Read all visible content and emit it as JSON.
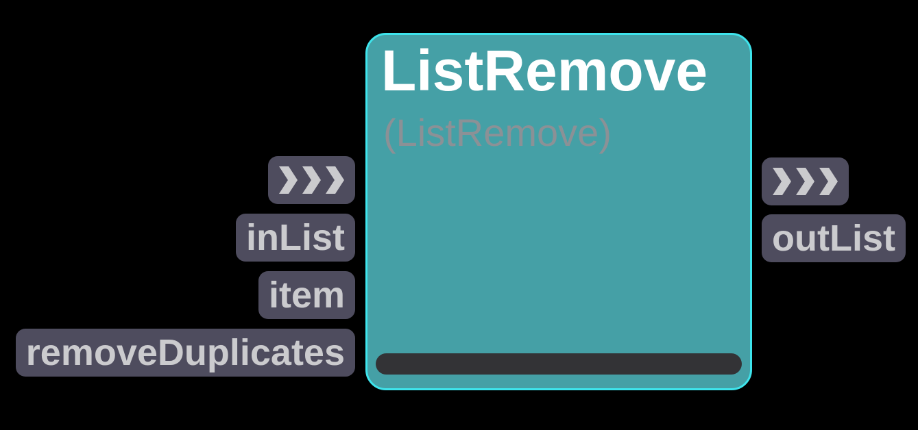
{
  "node": {
    "title": "ListRemove",
    "subtitle": "(ListRemove)"
  },
  "ports": {
    "inputs": [
      {
        "label": ">>>",
        "kind": "flow"
      },
      {
        "label": "inList",
        "kind": "data"
      },
      {
        "label": "item",
        "kind": "data"
      },
      {
        "label": "removeDuplicates",
        "kind": "data"
      }
    ],
    "outputs": [
      {
        "label": ">>>",
        "kind": "flow"
      },
      {
        "label": "outList",
        "kind": "data"
      }
    ]
  },
  "icons": {
    "flow_port": "triple-chevron-right"
  },
  "colors": {
    "canvas_bg": "#000000",
    "node_fill": "#45a0a6",
    "node_border": "#3ee4ec",
    "status_bar": "#333336",
    "badge_bg": "#4e4c5e",
    "badge_text": "#cbcbce",
    "title_text": "#ffffff",
    "subtitle_text": "#8b9196"
  }
}
